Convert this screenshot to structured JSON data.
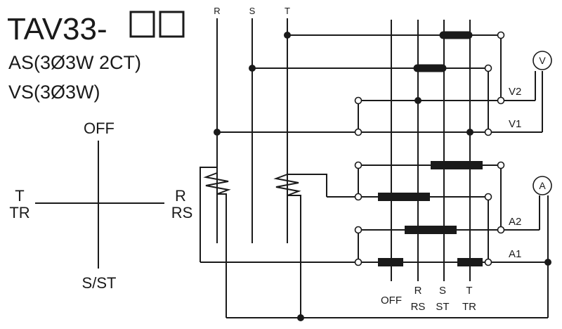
{
  "header": {
    "title_prefix": "TAV33-",
    "line_as": "AS(3Ø3W 2CT)",
    "line_vs": "VS(3Ø3W)"
  },
  "selector": {
    "top": "OFF",
    "bottom": "S/ST",
    "left_top": "T",
    "left_bottom": "TR",
    "right_top": "R",
    "right_bottom": "RS"
  },
  "phases": [
    "R",
    "S",
    "T"
  ],
  "meters": {
    "voltmeter": "V",
    "ammeter": "A"
  },
  "terminals": {
    "v2": "V2",
    "v1": "V1",
    "a2": "A2",
    "a1": "A1"
  },
  "columns": [
    {
      "top": "OFF",
      "bottom": ""
    },
    {
      "top": "R",
      "bottom": "RS"
    },
    {
      "top": "S",
      "bottom": "ST"
    },
    {
      "top": "T",
      "bottom": "TR"
    }
  ]
}
